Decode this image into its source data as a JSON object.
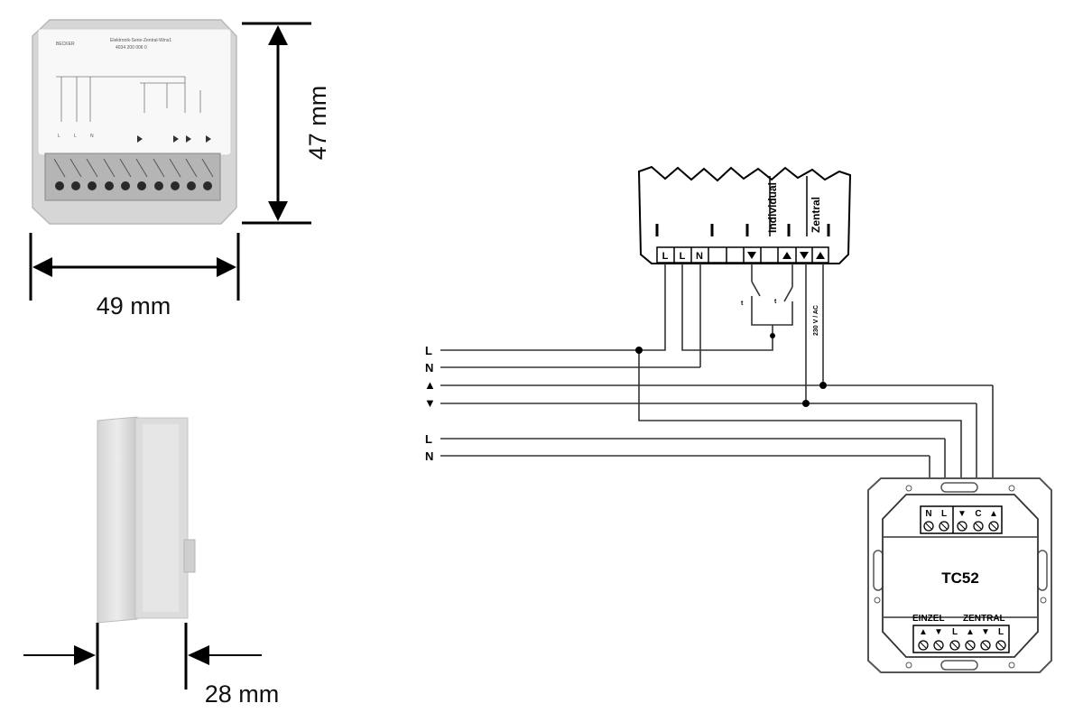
{
  "dimensions": {
    "height": "47 mm",
    "width": "49 mm",
    "depth": "28 mm"
  },
  "device_label": {
    "brand": "BECKER",
    "product_line_1": "Elektronik-Serie-Zentral-Wins1",
    "product_line_2": "4034 200 006 0",
    "term_l1": "L",
    "term_l2": "L",
    "term_n": "N"
  },
  "actuator": {
    "terminals": [
      "L",
      "L",
      "N"
    ],
    "section_individual": "Individual",
    "section_zentral": "Zentral",
    "voltage": "230 V / AC",
    "switch_1": "t",
    "switch_2": "t"
  },
  "bus_lines": {
    "labels": [
      "L",
      "N",
      "▲",
      "▼",
      "L",
      "N"
    ]
  },
  "tc52": {
    "name": "TC52",
    "top_terminals": [
      "N",
      "L",
      "▼",
      "C",
      "▲"
    ],
    "bottom_group_1": "EINZEL",
    "bottom_group_2": "ZENTRAL",
    "bottom_terminals": [
      "▲",
      "▼",
      "L",
      "▲",
      "▼",
      "L"
    ]
  }
}
